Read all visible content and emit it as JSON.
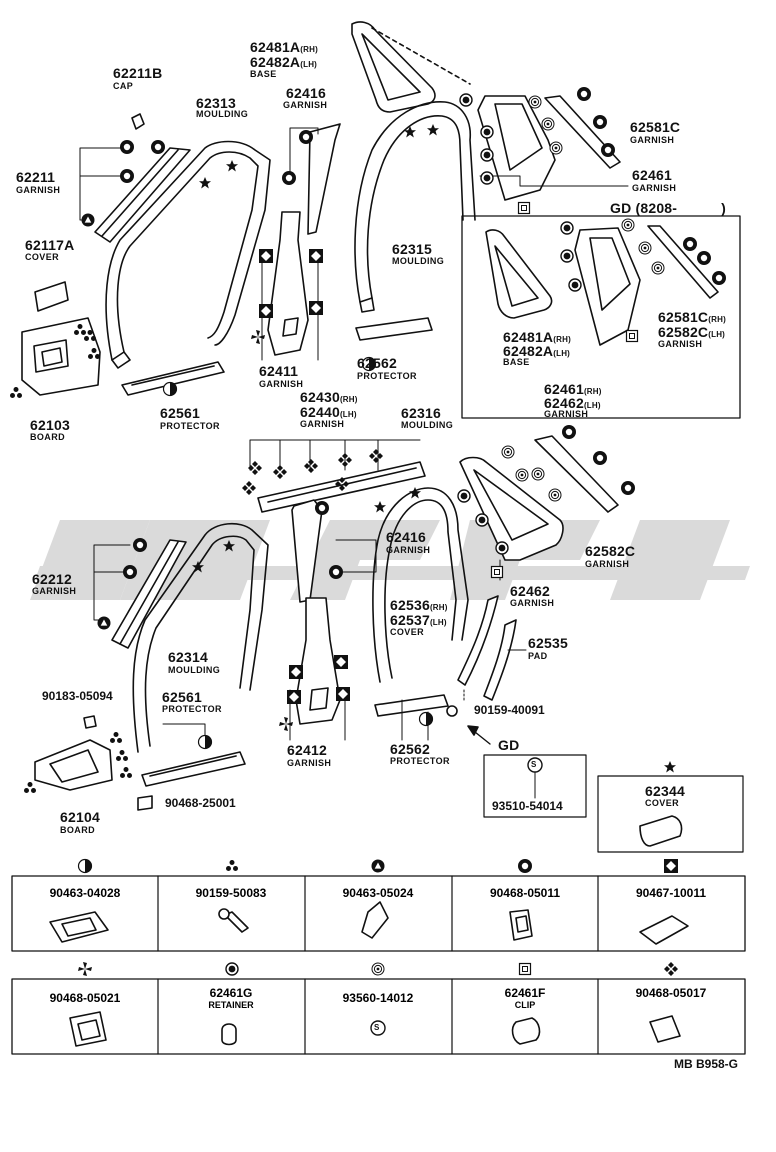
{
  "parts": {
    "p62211B": {
      "pn": "62211B",
      "name": "CAP"
    },
    "p62313": {
      "pn": "62313",
      "name": "MOULDING"
    },
    "p62416a": {
      "pn": "62416",
      "name": "GARNISH"
    },
    "p62481A": {
      "pn": "62481A",
      "side": "(RH)"
    },
    "p62482A": {
      "pn": "62482A",
      "side": "(LH)",
      "name": "BASE"
    },
    "p62581C": {
      "pn": "62581C",
      "name": "GARNISH"
    },
    "p62461": {
      "pn": "62461",
      "name": "GARNISH"
    },
    "p62211": {
      "pn": "62211",
      "name": "GARNISH"
    },
    "p62117A": {
      "pn": "62117A",
      "name": "COVER"
    },
    "p62315": {
      "pn": "62315",
      "name": "MOULDING"
    },
    "p62411": {
      "pn": "62411",
      "name": "GARNISH"
    },
    "p62562a": {
      "pn": "62562",
      "name": "PROTECTOR"
    },
    "p62103": {
      "pn": "62103",
      "name": "BOARD"
    },
    "p62561a": {
      "pn": "62561",
      "name": "PROTECTOR"
    },
    "p62430": {
      "pn": "62430",
      "side": "(RH)"
    },
    "p62440": {
      "pn": "62440",
      "side": "(LH)",
      "name": "GARNISH"
    },
    "p62316": {
      "pn": "62316",
      "name": "MOULDING"
    },
    "p62212": {
      "pn": "62212",
      "name": "GARNISH"
    },
    "p62416b": {
      "pn": "62416",
      "name": "GARNISH"
    },
    "p62582C": {
      "pn": "62582C",
      "name": "GARNISH"
    },
    "p62462": {
      "pn": "62462",
      "name": "GARNISH"
    },
    "p62536": {
      "pn": "62536",
      "side": "(RH)"
    },
    "p62537": {
      "pn": "62537",
      "side": "(LH)",
      "name": "COVER"
    },
    "p62535": {
      "pn": "62535",
      "name": "PAD"
    },
    "p62314": {
      "pn": "62314",
      "name": "MOULDING"
    },
    "p90183": {
      "pn": "90183-05094"
    },
    "p62561b": {
      "pn": "62561",
      "name": "PROTECTOR"
    },
    "p62412": {
      "pn": "62412",
      "name": "GARNISH"
    },
    "p62562b": {
      "pn": "62562",
      "name": "PROTECTOR"
    },
    "p90159_40091": {
      "pn": "90159-40091"
    },
    "p62104": {
      "pn": "62104",
      "name": "BOARD"
    },
    "p90468_25001": {
      "pn": "90468-25001"
    },
    "p93510": {
      "pn": "93510-54014"
    },
    "p62344": {
      "pn": "62344",
      "name": "COVER"
    }
  },
  "gd_inset": {
    "title": "GD (8208-",
    "close": ")",
    "p62481A": {
      "pn": "62481A",
      "side": "(RH)"
    },
    "p62482A": {
      "pn": "62482A",
      "side": "(LH)",
      "name": "BASE"
    },
    "p62581C": {
      "pn": "62581C",
      "side": "(RH)"
    },
    "p62582C": {
      "pn": "62582C",
      "side": "(LH)",
      "name": "GARNISH"
    },
    "p62461": {
      "pn": "62461",
      "side": "(RH)"
    },
    "p62462": {
      "pn": "62462",
      "side": "(LH)",
      "name": "GARNISH"
    }
  },
  "gd_arrow_label": "GD",
  "legend": [
    {
      "symbol": "half-circle",
      "pn": "90463-04028",
      "name": ""
    },
    {
      "symbol": "dots-triangle",
      "pn": "90159-50083",
      "name": ""
    },
    {
      "symbol": "circle-triangle",
      "pn": "90463-05024",
      "name": ""
    },
    {
      "symbol": "circle-c",
      "pn": "90468-05011",
      "name": ""
    },
    {
      "symbol": "diamond-square",
      "pn": "90467-10011",
      "name": ""
    },
    {
      "symbol": "pinwheel",
      "pn": "90468-05021",
      "name": ""
    },
    {
      "symbol": "filled-dot",
      "pn": "62461G",
      "name": "RETAINER"
    },
    {
      "symbol": "double-circle",
      "pn": "93560-14012",
      "name": ""
    },
    {
      "symbol": "square-in-square",
      "pn": "62461F",
      "name": "CLIP"
    },
    {
      "symbol": "four-diamonds",
      "pn": "90468-05017",
      "name": ""
    }
  ],
  "s_marker": "S",
  "diagram_ref": "MB B958-G"
}
